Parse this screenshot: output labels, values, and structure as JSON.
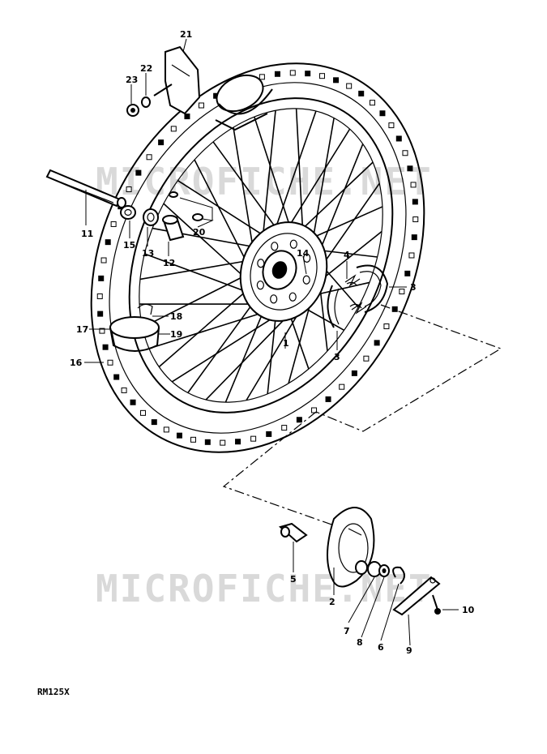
{
  "watermark": {
    "top": "MICROFICHE.NET",
    "bottom": "MICROFICHE.NET"
  },
  "model_code": "RM125X",
  "callouts": [
    {
      "id": "1",
      "label": "1"
    },
    {
      "id": "2",
      "label": "2"
    },
    {
      "id": "3a",
      "label": "3"
    },
    {
      "id": "3b",
      "label": "3"
    },
    {
      "id": "4",
      "label": "4"
    },
    {
      "id": "5",
      "label": "5"
    },
    {
      "id": "6",
      "label": "6"
    },
    {
      "id": "7",
      "label": "7"
    },
    {
      "id": "8",
      "label": "8"
    },
    {
      "id": "9",
      "label": "9"
    },
    {
      "id": "10",
      "label": "10"
    },
    {
      "id": "11",
      "label": "11"
    },
    {
      "id": "12",
      "label": "12"
    },
    {
      "id": "13",
      "label": "13"
    },
    {
      "id": "14",
      "label": "14"
    },
    {
      "id": "15",
      "label": "15"
    },
    {
      "id": "16",
      "label": "16"
    },
    {
      "id": "17",
      "label": "17"
    },
    {
      "id": "18",
      "label": "18"
    },
    {
      "id": "19",
      "label": "19"
    },
    {
      "id": "20",
      "label": "20"
    },
    {
      "id": "21",
      "label": "21"
    },
    {
      "id": "22",
      "label": "22"
    },
    {
      "id": "23",
      "label": "23"
    }
  ]
}
